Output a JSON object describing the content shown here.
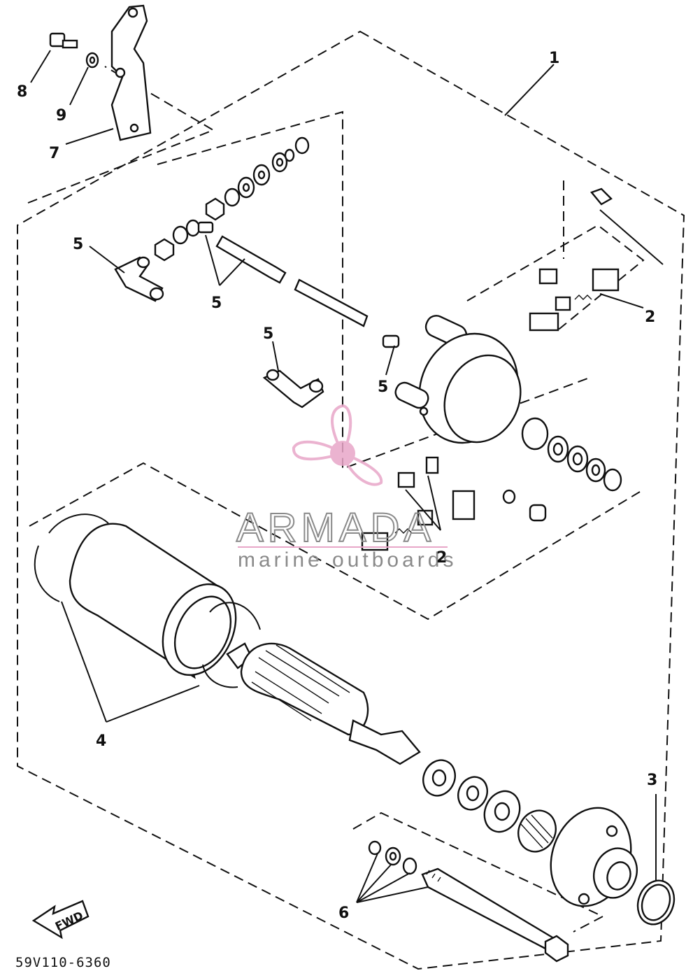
{
  "callouts": [
    {
      "id": "c1",
      "label": "1"
    },
    {
      "id": "c2a",
      "label": "2"
    },
    {
      "id": "c2b",
      "label": "2"
    },
    {
      "id": "c3",
      "label": "3"
    },
    {
      "id": "c4",
      "label": "4"
    },
    {
      "id": "c5a",
      "label": "5"
    },
    {
      "id": "c5b",
      "label": "5"
    },
    {
      "id": "c5c",
      "label": "5"
    },
    {
      "id": "c5d",
      "label": "5"
    },
    {
      "id": "c6",
      "label": "6"
    },
    {
      "id": "c7",
      "label": "7"
    },
    {
      "id": "c8",
      "label": "8"
    },
    {
      "id": "c9",
      "label": "9"
    }
  ],
  "fwd_label": "FWD",
  "part_number": "59V110-6360",
  "watermark": {
    "brand": "ARMADA",
    "tagline": "marine outboards",
    "colors": {
      "propeller": "#e8a6c8",
      "text": "#8a8a8a",
      "rule": "#e8a6c8"
    }
  }
}
